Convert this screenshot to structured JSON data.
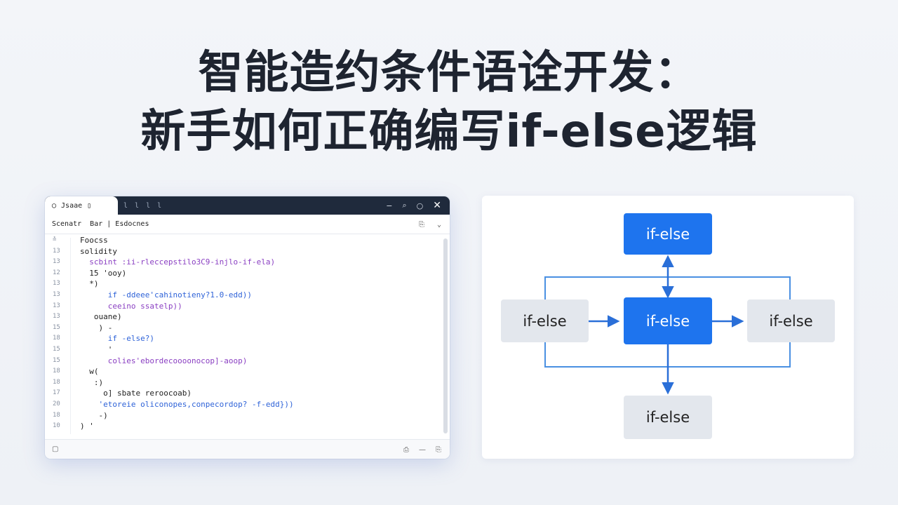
{
  "title": {
    "line1": "智能造约条件语诠开发：",
    "line2": "新手如何正确编写if-else逻辑"
  },
  "editor": {
    "tab_active_label": "Jsaae",
    "tab_inactive": [
      "l",
      "l",
      "l",
      "l"
    ],
    "window_controls": [
      "−",
      "⌕",
      "○",
      "✕"
    ],
    "toolbar_label": "Scenatr  Bar | Esdocnes",
    "toolbar_right": [
      "⎘",
      "⌄"
    ],
    "line_numbers": [
      "≛",
      "13",
      "13",
      "12",
      "13",
      "13",
      "13",
      "13",
      "15",
      "18",
      "15",
      "15",
      "18",
      "18",
      "17",
      "20",
      "18",
      "10"
    ],
    "code_lines": [
      "Foocss",
      "solidity",
      "  scbint :ii-rleccepstilo3C9-injlo-if-ela)",
      "  15 'ooy)",
      "  *)",
      "      if -ddeee'cahinotieny?1.0-edd))",
      "      ceeino ssatelp))",
      "   ouane)",
      "    ) -",
      "      if -else?)",
      "      '",
      "      colies'ebordecoooonocop]-aoop)",
      "  w(",
      "   :)",
      "     o] sbate reroocoab)",
      "    'etoreie oliconopes,conpecordop? -f-edd}))",
      "    -)",
      ") '"
    ],
    "statusbar_right": [
      "⎙",
      "—",
      "⎘"
    ]
  },
  "diagram": {
    "node_top": "if-else",
    "node_center": "if-else",
    "node_left": "if-else",
    "node_right": "if-else",
    "node_bottom": "if-else",
    "colors": {
      "blue": "#1e74ee",
      "gray": "#e3e7ed",
      "line": "#4a90e2"
    }
  }
}
